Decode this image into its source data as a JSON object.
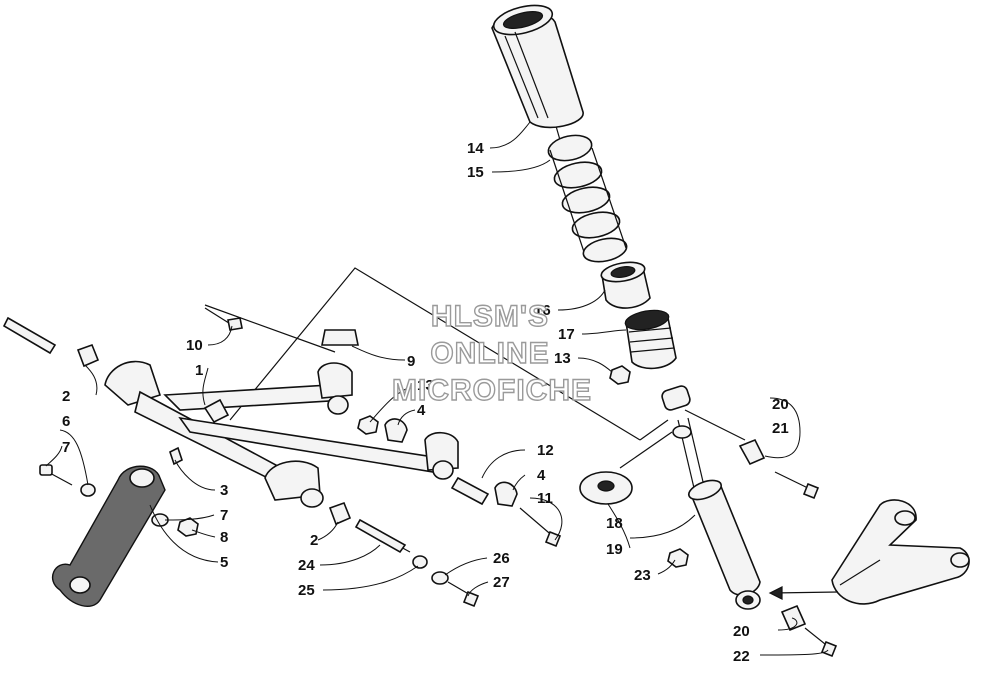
{
  "callouts": {
    "c1": "1",
    "c2a": "2",
    "c2b": "2",
    "c3": "3",
    "c4a": "4",
    "c4b": "4",
    "c5": "5",
    "c6": "6",
    "c7a": "7",
    "c7b": "7",
    "c8": "8",
    "c9": "9",
    "c10": "10",
    "c11": "11",
    "c12": "12",
    "c13a": "13",
    "c13b": "13",
    "c14": "14",
    "c15": "15",
    "c16": "16",
    "c17": "17",
    "c18": "18",
    "c19": "19",
    "c20a": "20",
    "c20b": "20",
    "c21": "21",
    "c22": "22",
    "c23": "23",
    "c24": "24",
    "c25": "25",
    "c26": "26",
    "c27": "27"
  },
  "watermark": {
    "line1": "HLSM'S",
    "line2": "ONLINE",
    "line3": "MICROFICHE"
  }
}
